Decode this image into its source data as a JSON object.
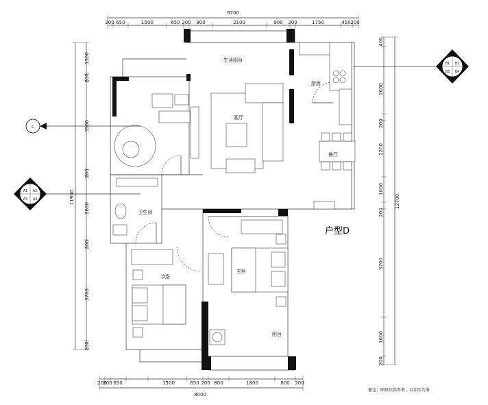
{
  "dimensions": {
    "top_total": "9700",
    "top_segments": [
      "200",
      "650",
      "1500",
      "650",
      "200",
      "900",
      "2100",
      "900",
      "200",
      "1750",
      "450",
      "200"
    ],
    "bottom_segments": [
      "200",
      "200",
      "650",
      "1500",
      "650",
      "200",
      "800",
      "1800",
      "800",
      "200"
    ],
    "bottom_total": "8000",
    "left_total": "11900",
    "left_segments": [
      "1300",
      "200",
      "3500",
      "200",
      "2600",
      "200",
      "3700",
      "200"
    ],
    "right_total": "12700",
    "right_segments": [
      "400",
      "2600",
      "200",
      "2200",
      "1000",
      "200",
      "3700",
      "1600",
      "200"
    ]
  },
  "rooms": {
    "living_balcony": "生活阳台",
    "kitchen": "厨房",
    "living_room": "客厅",
    "dining": "餐厅",
    "toilet": "卫生间",
    "second_bedroom": "次卧",
    "master_bedroom": "主卧",
    "balcony": "阳台"
  },
  "unit_label": "户型D",
  "note": "备注：图纸仅供参考，以实际为准",
  "markers": {
    "left_numbers": [
      "A1",
      "A2",
      "A3",
      "A4"
    ],
    "right_numbers": [
      "B1",
      "B2",
      "B3",
      "B4"
    ],
    "side_marker": "C"
  }
}
